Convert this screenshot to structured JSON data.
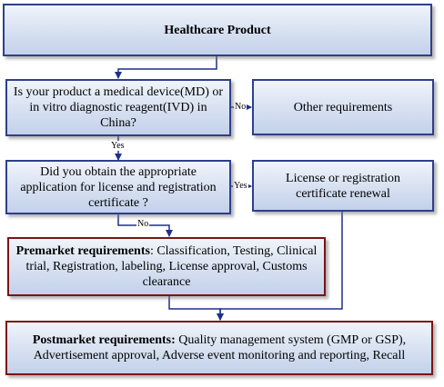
{
  "nodes": {
    "healthcare_product": "Healthcare Product",
    "question_md_ivd": "Is your product a medical device(MD) or in vitro diagnostic reagent(IVD) in China?",
    "other_requirements": "Other requirements",
    "question_license": "Did you obtain the appropriate application for license and registration certificate ?",
    "license_renewal": "License or registration certificate renewal",
    "premarket": {
      "heading": "Premarket requirements",
      "body": ": Classification, Testing, Clinical trial, Registration, labeling, License approval,  Customs clearance"
    },
    "postmarket": {
      "heading": "Postmarket requirements:",
      "body": " Quality management system (GMP or GSP), Advertisement approval, Adverse event monitoring and reporting, Recall"
    }
  },
  "edge_labels": {
    "md_yes": "Yes",
    "md_no": "No",
    "license_yes": "Yes",
    "license_no": "No"
  },
  "colors": {
    "blue_border": "#2d3f8c",
    "red_border": "#7a1414",
    "connector": "#1f2f8a"
  }
}
